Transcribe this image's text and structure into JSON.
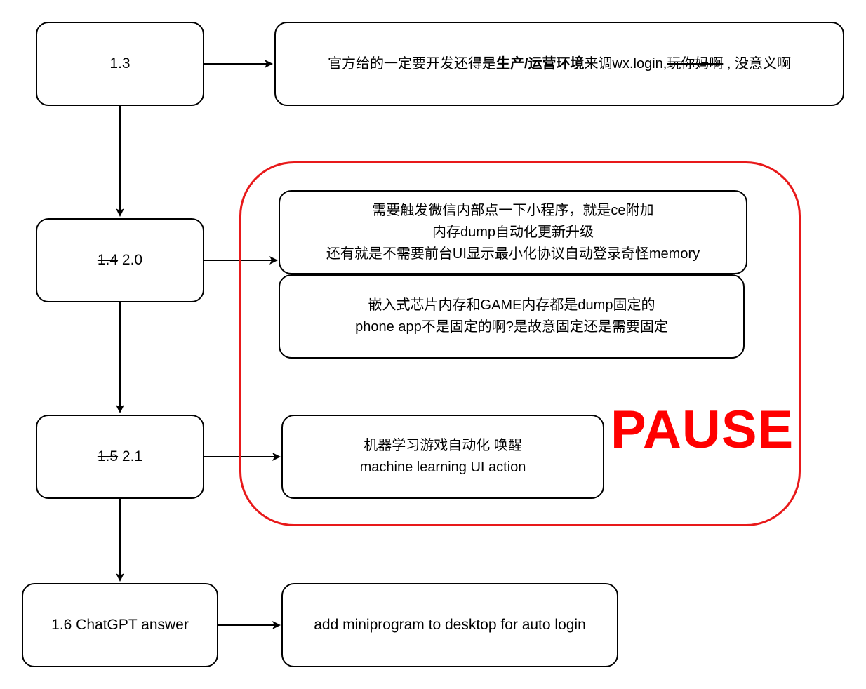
{
  "colors": {
    "pause_frame": "#e8191a",
    "pause_text": "#ff0000",
    "line": "#000000"
  },
  "steps": {
    "s13": {
      "label": "1.3"
    },
    "s20": {
      "old": "1.4",
      "new": "2.0"
    },
    "s21": {
      "old": "1.5",
      "new": "2.1"
    },
    "s16": {
      "label": "1.6 ChatGPT answer"
    }
  },
  "notes": {
    "n13": {
      "prefix": "官方给的一定要开发还得是",
      "bold": "生产/运营环境",
      "middle": "来调wx.login,",
      "strike": "玩你妈啊",
      "suffix": " , 没意义啊"
    },
    "n20a": {
      "line1": "需要触发微信内部点一下小程序，就是ce附加",
      "line2": "内存dump自动化更新升级",
      "line3": "还有就是不需要前台UI显示最小化协议自动登录奇怪memory"
    },
    "n20b": {
      "line1": "嵌入式芯片内存和GAME内存都是dump固定的",
      "line2": "phone app不是固定的啊?是故意固定还是需要固定"
    },
    "n21": {
      "line1": "机器学习游戏自动化 唤醒",
      "line2": "machine learning UI action"
    },
    "n16": {
      "label": "add miniprogram to desktop for auto login"
    }
  },
  "pause": {
    "label": "PAUSE"
  }
}
